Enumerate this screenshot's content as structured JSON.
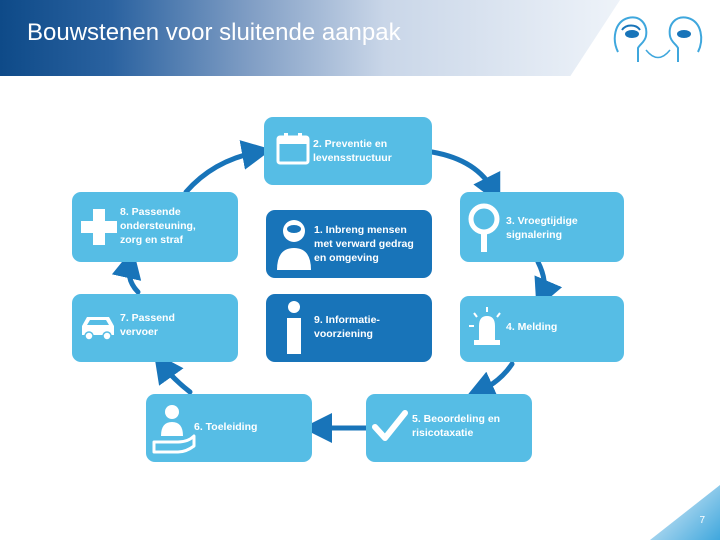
{
  "header": {
    "title": "Bouwstenen voor sluitende aanpak"
  },
  "diagram": {
    "steps": [
      {
        "label": "1. Inbreng mensen\nmet verward gedrag\nen omgeving",
        "icon": "person-icon"
      },
      {
        "label": "2. Preventie en\nlevensstructuur",
        "icon": "calendar-icon"
      },
      {
        "label": "3. Vroegtijdige\nsignalering",
        "icon": "magnifier-icon"
      },
      {
        "label": "4. Melding",
        "icon": "siren-icon"
      },
      {
        "label": "5. Beoordeling en\nrisicotaxatie",
        "icon": "checkmark-icon"
      },
      {
        "label": "6. Toeleiding",
        "icon": "person-on-hand-icon"
      },
      {
        "label": "7. Passend\nvervoer",
        "icon": "car-icon"
      },
      {
        "label": "8. Passende\nondersteuning,\nzorg en straf",
        "icon": "cross-icon"
      },
      {
        "label": "9. Informatie-\nvoorziening",
        "icon": "info-icon"
      }
    ],
    "colors": {
      "light": "#56bde5",
      "dark": "#1874b9",
      "arrow": "#1874b9"
    }
  },
  "footer": {
    "page_number": "7"
  }
}
